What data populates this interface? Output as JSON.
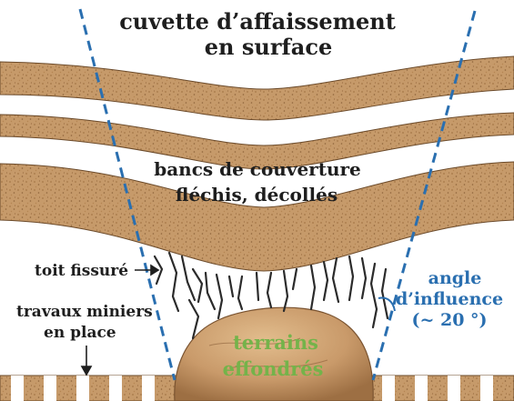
{
  "title_line1": "cuvette d’affaissement",
  "title_line2": "en surface",
  "cover_line1": "bancs de couverture",
  "cover_line2": "fléchis, décollés",
  "roof_label": "toit fissuré",
  "works_line1": "travaux miniers",
  "works_line2": "en place",
  "angle_line1": "angle",
  "angle_line2": "d’influence",
  "angle_line3": "(~ 20 °)",
  "collapsed_line1": "terrains",
  "collapsed_line2": "effondrés",
  "colors": {
    "rock_band": "#c69a6a",
    "rock_speck": "#a57747",
    "band_outline": "#6b4a2a",
    "influence_line": "#2a6fb0",
    "collapsed_label": "#74b34a",
    "collapsed_mass": "#c99a6a",
    "crack": "#2b2b2b"
  }
}
